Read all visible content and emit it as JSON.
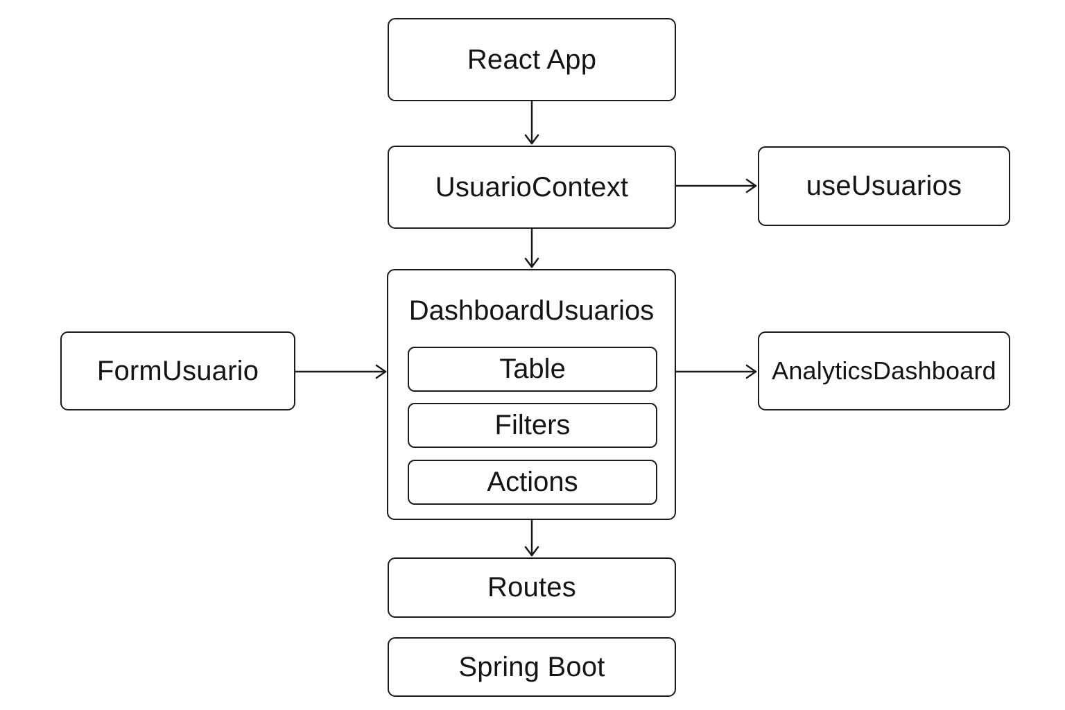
{
  "nodes": {
    "react_app": "React App",
    "usuario_context": "UsuarioContext",
    "use_usuarios": "useUsuarios",
    "form_usuario": "FormUsuario",
    "dashboard": {
      "title": "DashboardUsuarios",
      "children": [
        "Table",
        "Filters",
        "Actions"
      ]
    },
    "analytics_dashboard": "AnalyticsDashboard",
    "routes": "Routes",
    "spring_boot": "Spring Boot"
  },
  "edges": [
    {
      "from": "React App",
      "to": "UsuarioContext"
    },
    {
      "from": "UsuarioContext",
      "to": "useUsuarios"
    },
    {
      "from": "UsuarioContext",
      "to": "DashboardUsuarios"
    },
    {
      "from": "FormUsuario",
      "to": "DashboardUsuarios"
    },
    {
      "from": "DashboardUsuarios",
      "to": "AnalyticsDashboard"
    },
    {
      "from": "DashboardUsuarios",
      "to": "Routes"
    }
  ]
}
